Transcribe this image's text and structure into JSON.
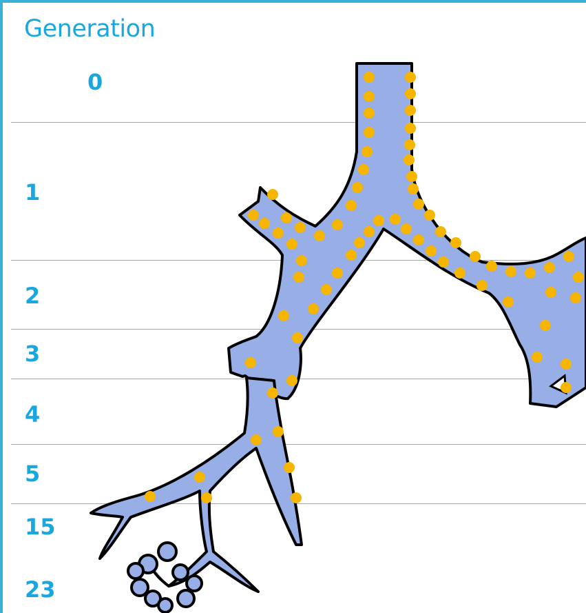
{
  "title": "Generation",
  "generations": [
    "0",
    "1",
    "2",
    "3",
    "4",
    "5",
    "15",
    "23"
  ],
  "colors": {
    "label_text": "#1aa7e0",
    "frame_border": "#3ab0d8",
    "airway_fill": "#97aee6",
    "airway_outline": "#000000",
    "particle_dots": "#f6b500",
    "divider_lines": "#a8a8a8"
  }
}
